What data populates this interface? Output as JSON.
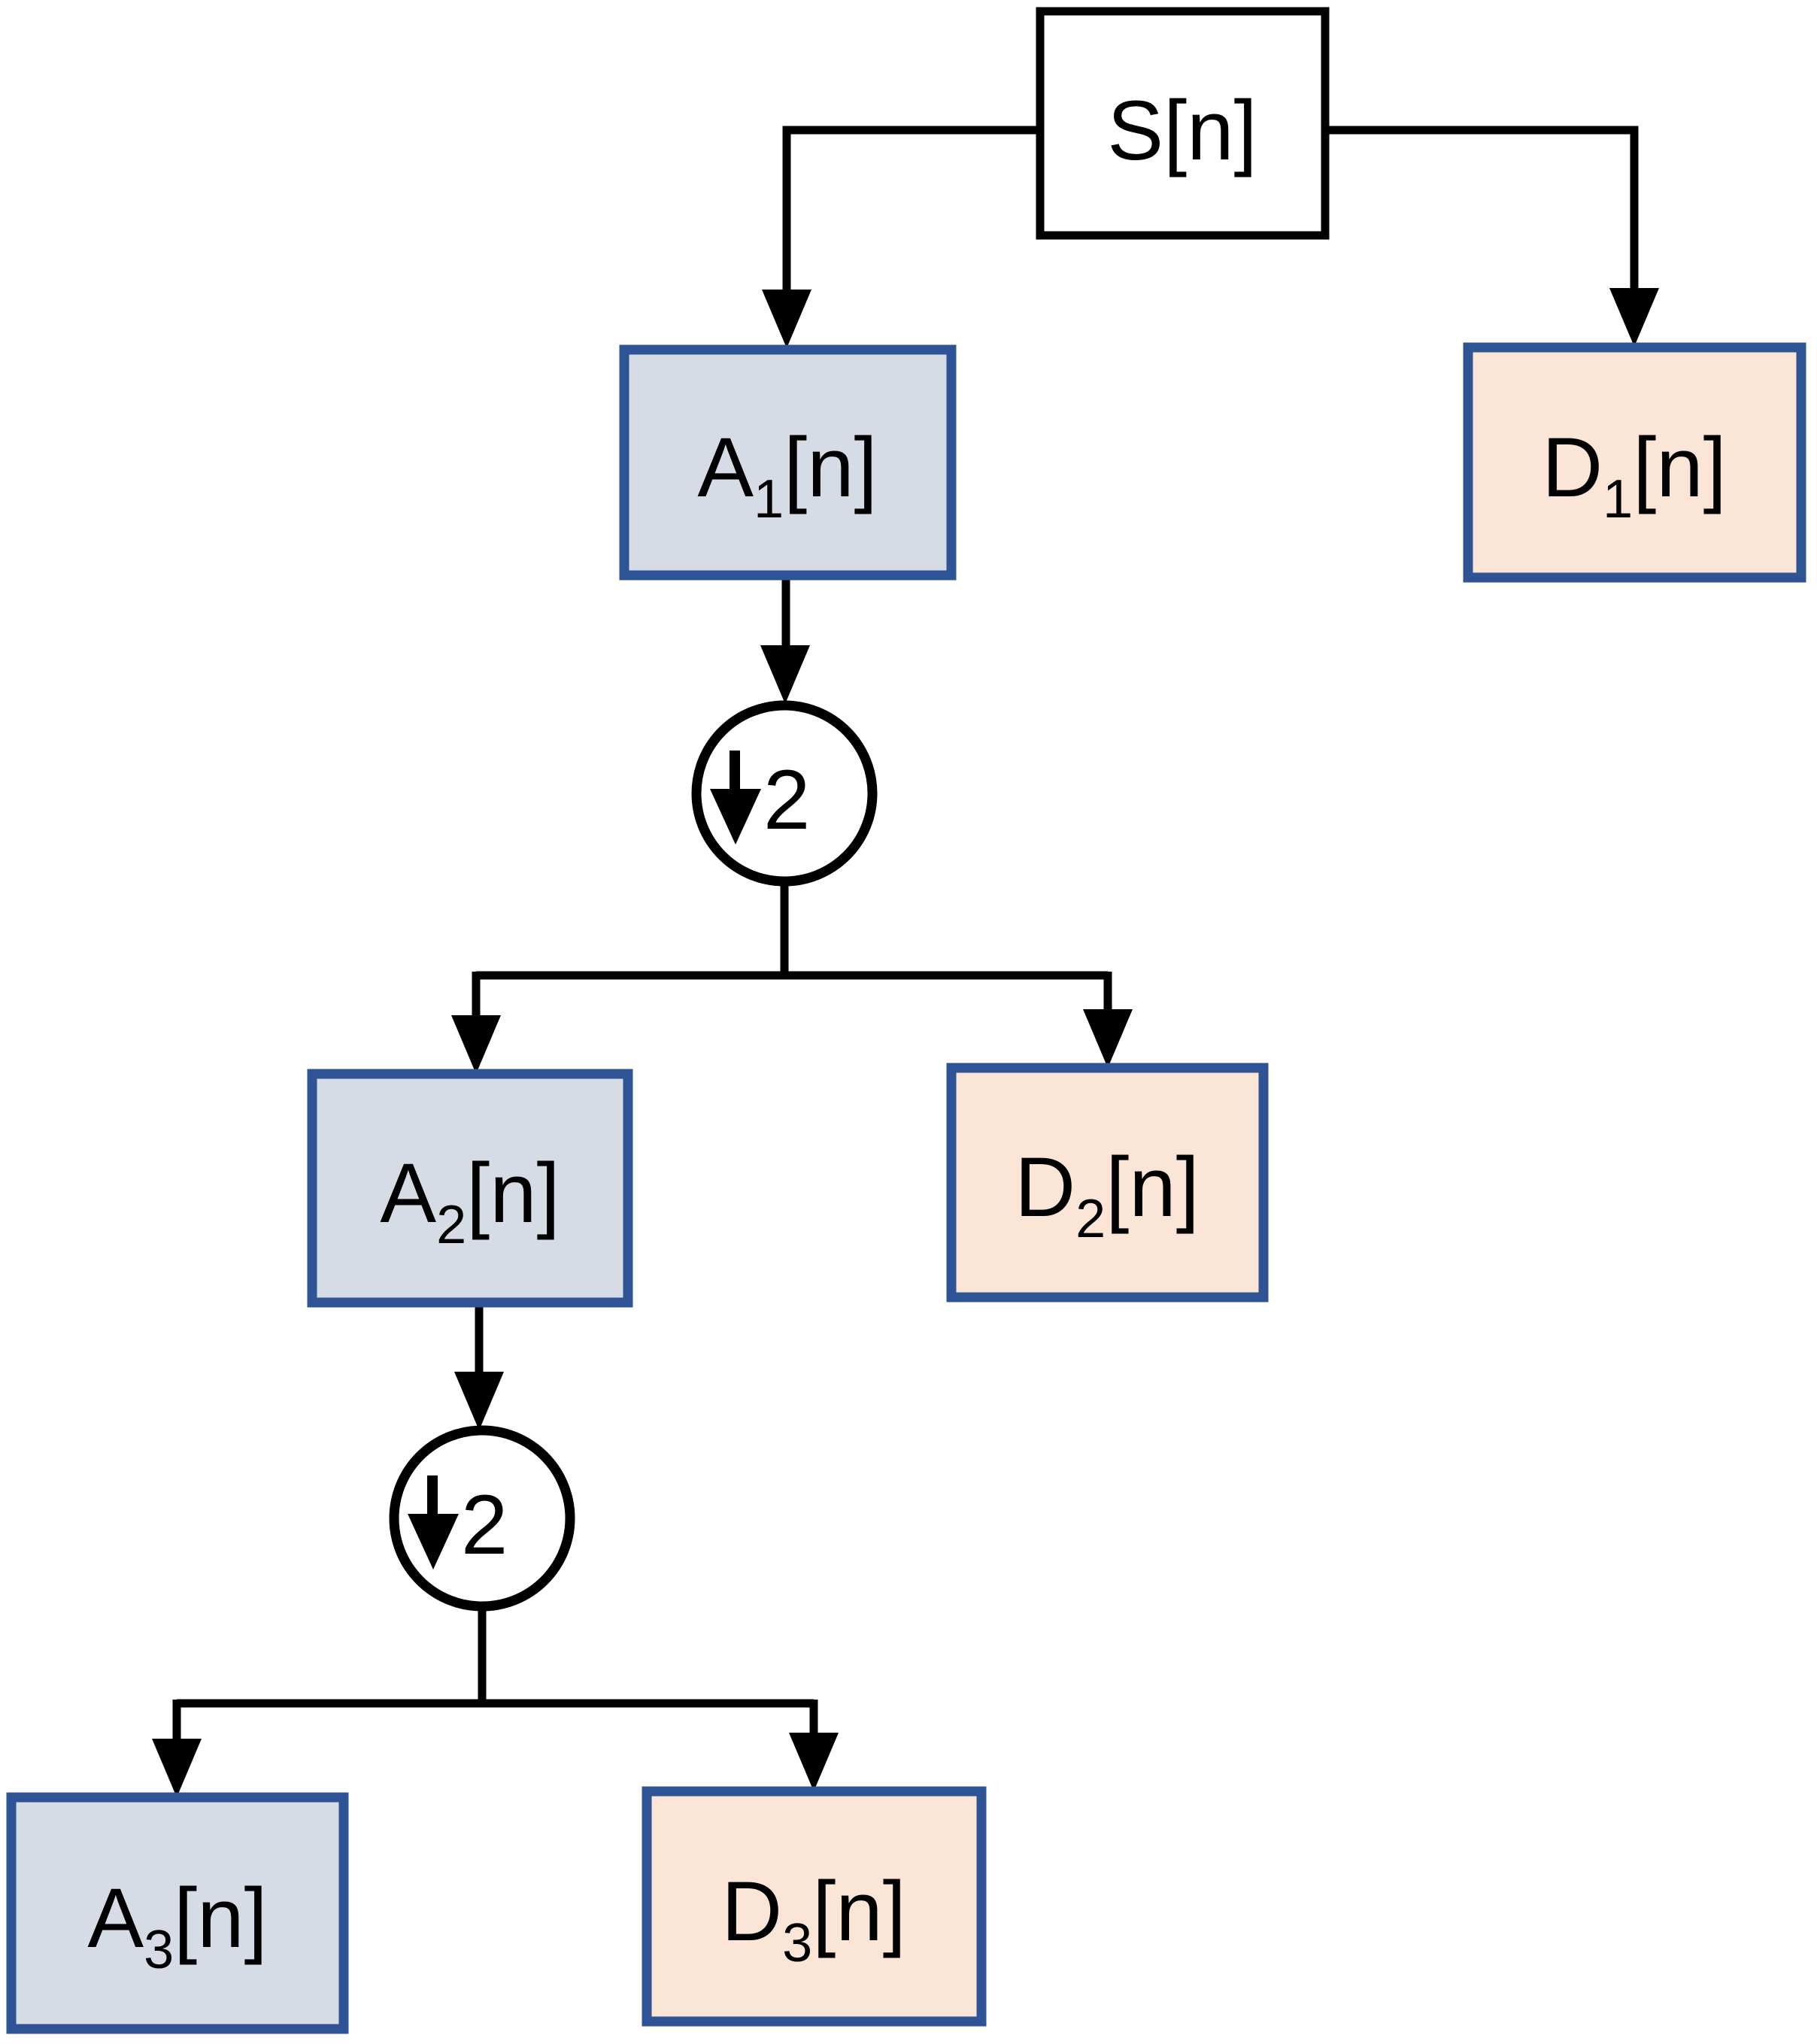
{
  "colors": {
    "background": "#ffffff",
    "line": "#000000",
    "node-border": "#2F5496",
    "approx-fill": "#D6DCE5",
    "detail-fill": "#FBE5D6",
    "source-fill": "#ffffff"
  },
  "nodes": {
    "source": {
      "label": "S[n]",
      "base": "S",
      "rest": "[n]"
    },
    "a1": {
      "label": "A1[n]",
      "base": "A",
      "sub": "1",
      "rest": "[n]"
    },
    "d1": {
      "label": "D1[n]",
      "base": "D",
      "sub": "1",
      "rest": "[n]"
    },
    "a2": {
      "label": "A2[n]",
      "base": "A",
      "sub": "2",
      "rest": "[n]"
    },
    "d2": {
      "label": "D2[n]",
      "base": "D",
      "sub": "2",
      "rest": "[n]"
    },
    "a3": {
      "label": "A3[n]",
      "base": "A",
      "sub": "3",
      "rest": "[n]"
    },
    "d3": {
      "label": "D3[n]",
      "base": "D",
      "sub": "3",
      "rest": "[n]"
    }
  },
  "downsamplers": [
    {
      "symbol": "↓",
      "factor": "2",
      "label": "↓2"
    },
    {
      "symbol": "↓",
      "factor": "2",
      "label": "↓2"
    }
  ],
  "edges": [
    {
      "from": "S[n]",
      "to": "A1[n]"
    },
    {
      "from": "S[n]",
      "to": "D1[n]"
    },
    {
      "from": "A1[n]",
      "to": "downsample-2 (1)"
    },
    {
      "from": "downsample-2 (1)",
      "to": "A2[n]"
    },
    {
      "from": "downsample-2 (1)",
      "to": "D2[n]"
    },
    {
      "from": "A2[n]",
      "to": "downsample-2 (2)"
    },
    {
      "from": "downsample-2 (2)",
      "to": "A3[n]"
    },
    {
      "from": "downsample-2 (2)",
      "to": "D3[n]"
    }
  ]
}
